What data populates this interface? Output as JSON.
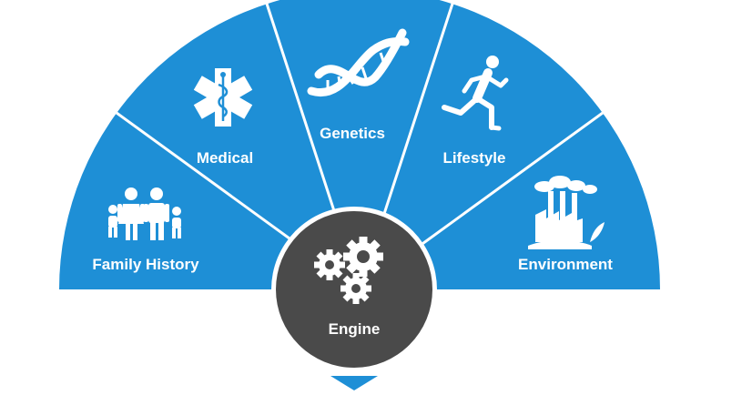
{
  "segments": [
    {
      "label": "Family History",
      "icon": "family-icon"
    },
    {
      "label": "Medical",
      "icon": "medical-star-of-life-icon"
    },
    {
      "label": "Genetics",
      "icon": "dna-icon"
    },
    {
      "label": "Lifestyle",
      "icon": "running-person-icon"
    },
    {
      "label": "Environment",
      "icon": "factory-icon"
    }
  ],
  "engine": {
    "label": "Engine",
    "icon": "gears-icon"
  },
  "colors": {
    "segment": "#1e8fd6",
    "divider": "#ffffff",
    "engine": "#4a4a4a",
    "pointer": "#1e8fd6"
  }
}
